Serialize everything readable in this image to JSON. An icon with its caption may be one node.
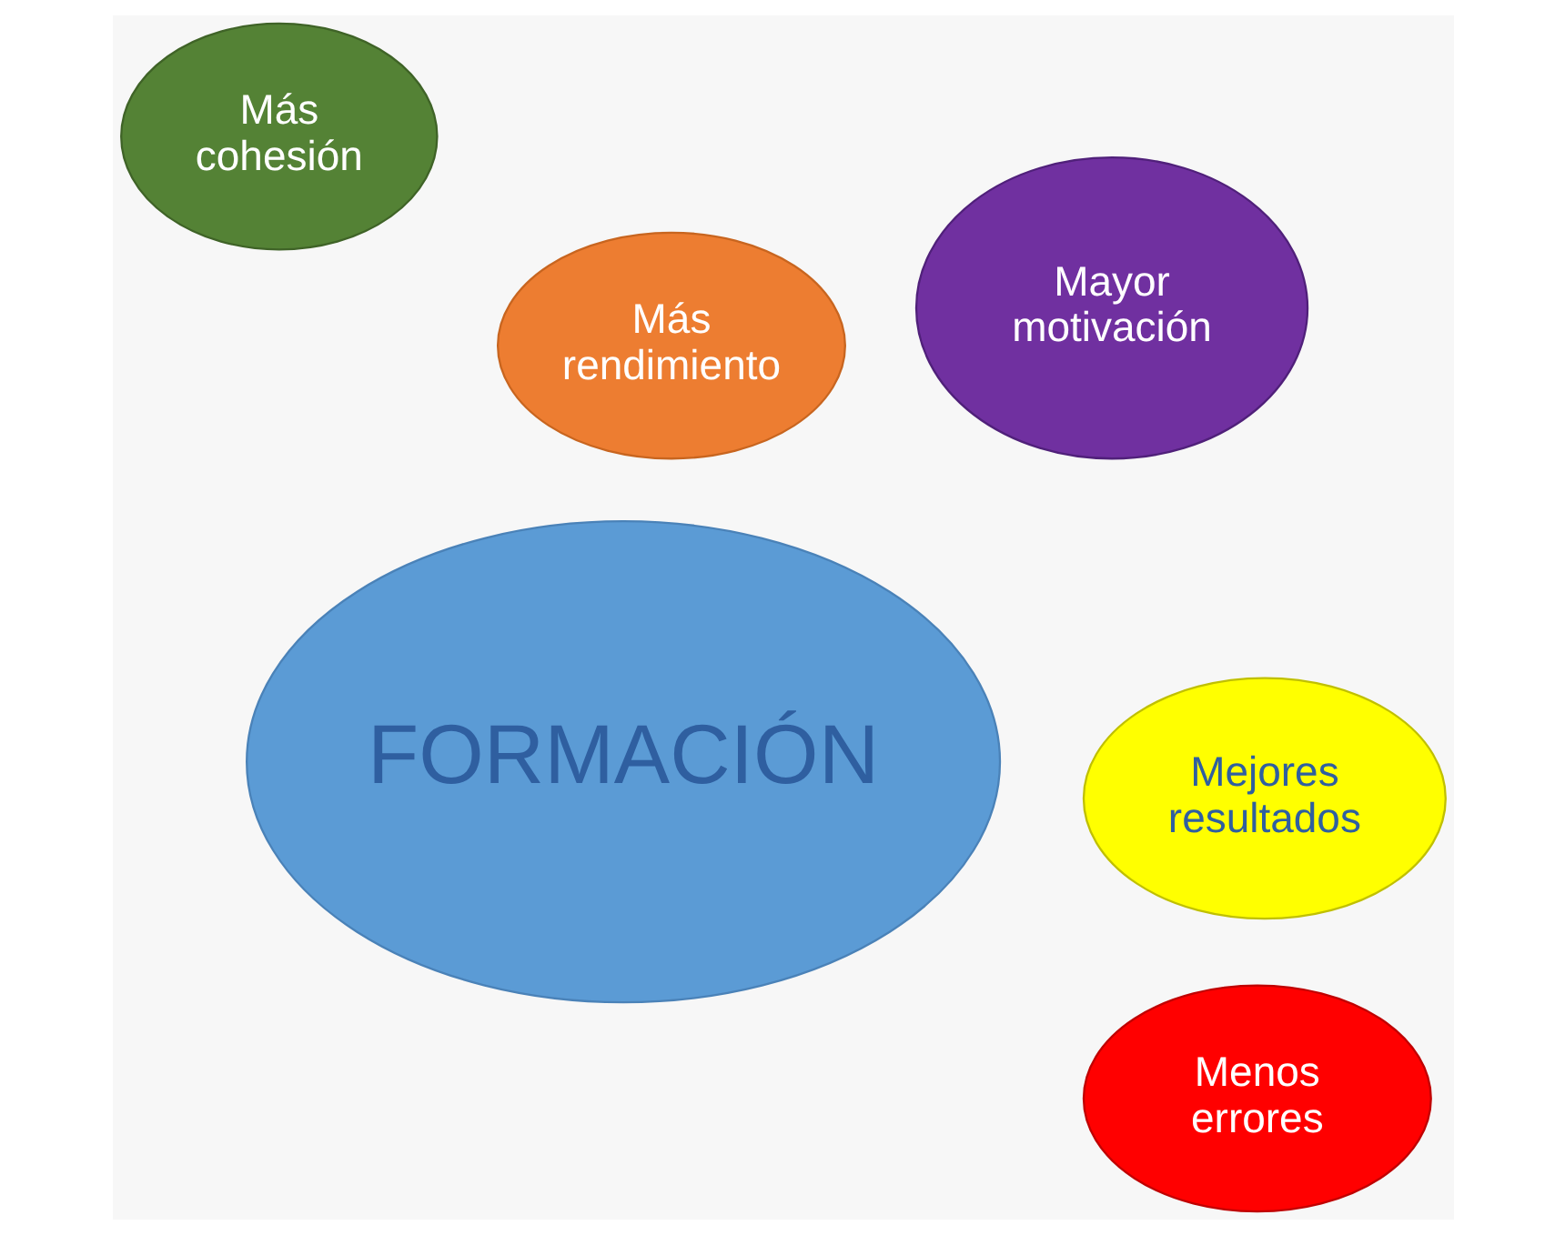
{
  "diagram": {
    "nodes": [
      {
        "text": [
          "FORMACIÓN"
        ]
      },
      {
        "text": [
          "Más rendimiento"
        ]
      },
      {
        "text": [
          "Menos errores"
        ]
      },
      {
        "text": [
          "Más cohesión"
        ]
      },
      {
        "text": [
          "Mejores resultados"
        ]
      },
      {
        "text": [
          "Mayor motivación"
        ]
      }
    ],
    "edges": []
  }
}
